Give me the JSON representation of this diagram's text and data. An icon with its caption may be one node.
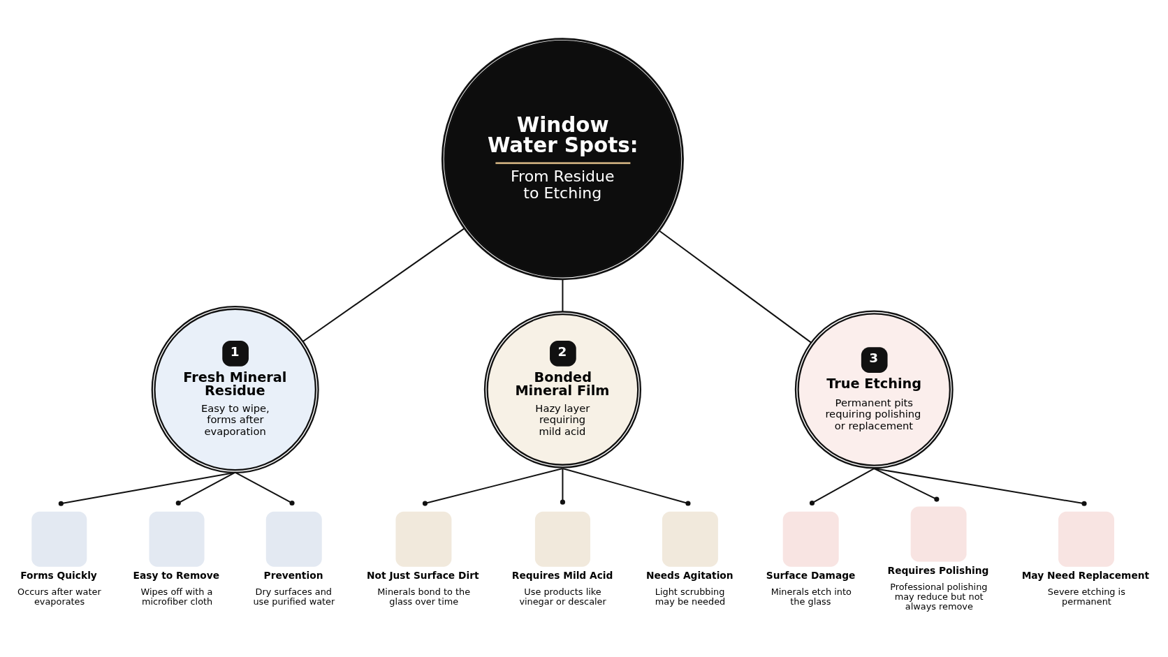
{
  "diagram": {
    "nodes": [
      {
        "text": [
          "Window Water Spots:",
          "From Residue to Etching"
        ]
      },
      {
        "text": [
          "1",
          "Fresh Mineral Residue",
          "Easy to wipe, forms after evaporation"
        ]
      },
      {
        "text": [
          "2",
          "Bonded Mineral Film",
          "Hazy layer requiring mild acid"
        ]
      },
      {
        "text": [
          "3",
          "True Etching",
          "Permanent pits requiring polishing or replacement"
        ]
      },
      {
        "text": [
          "Forms Quickly",
          "Occurs after water evaporates"
        ]
      },
      {
        "text": [
          "Easy to Remove",
          "Wipes off with a microfiber cloth"
        ]
      },
      {
        "text": [
          "Prevention",
          "Dry surfaces and use purified water"
        ]
      },
      {
        "text": [
          "Not Just Surface Dirt",
          "Minerals bond to the glass over time"
        ]
      },
      {
        "text": [
          "Requires Mild Acid",
          "Use products like vinegar or descaler"
        ]
      },
      {
        "text": [
          "Needs Agitation",
          "Light scrubbing may be needed"
        ]
      },
      {
        "text": [
          "Surface Damage",
          "Minerals etch into the glass"
        ]
      },
      {
        "text": [
          "Requires Polishing",
          "Professional polishing may reduce but not always remove"
        ]
      },
      {
        "text": [
          "May Need Replacement",
          "Severe etching is permanent"
        ]
      }
    ],
    "edges": [
      {
        "from": 0,
        "to": 1,
        "arrow": "none"
      },
      {
        "from": 0,
        "to": 2,
        "arrow": "none"
      },
      {
        "from": 0,
        "to": 3,
        "arrow": "none"
      },
      {
        "from": 1,
        "to": 4,
        "arrow": "other"
      },
      {
        "from": 1,
        "to": 5,
        "arrow": "other"
      },
      {
        "from": 1,
        "to": 6,
        "arrow": "other"
      },
      {
        "from": 2,
        "to": 7,
        "arrow": "other"
      },
      {
        "from": 2,
        "to": 8,
        "arrow": "other"
      },
      {
        "from": 2,
        "to": 9,
        "arrow": "other"
      },
      {
        "from": 3,
        "to": 10,
        "arrow": "other"
      },
      {
        "from": 3,
        "to": 11,
        "arrow": "other"
      },
      {
        "from": 3,
        "to": 12,
        "arrow": "other"
      }
    ]
  }
}
